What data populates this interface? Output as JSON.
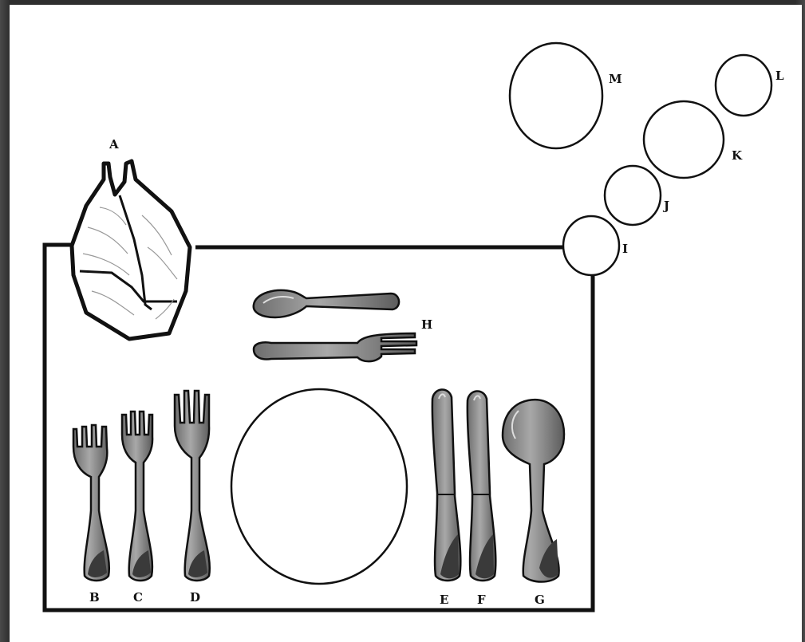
{
  "labels": {
    "napkin": "A",
    "salad_fork": "B",
    "fish_fork": "C",
    "dinner_fork": "D",
    "dinner_knife": "E",
    "fish_knife": "F",
    "soup_spoon": "G",
    "dessert_utensils": "H",
    "glass_i": "I",
    "glass_j": "J",
    "glass_k": "K",
    "glass_l": "L",
    "glass_m": "M"
  },
  "colors": {
    "background": "#ffffff",
    "outline": "#111111",
    "utensil_fill": "#8f8f8f",
    "utensil_shadow": "#3a3a3a",
    "frame": "#2e2e2e"
  }
}
